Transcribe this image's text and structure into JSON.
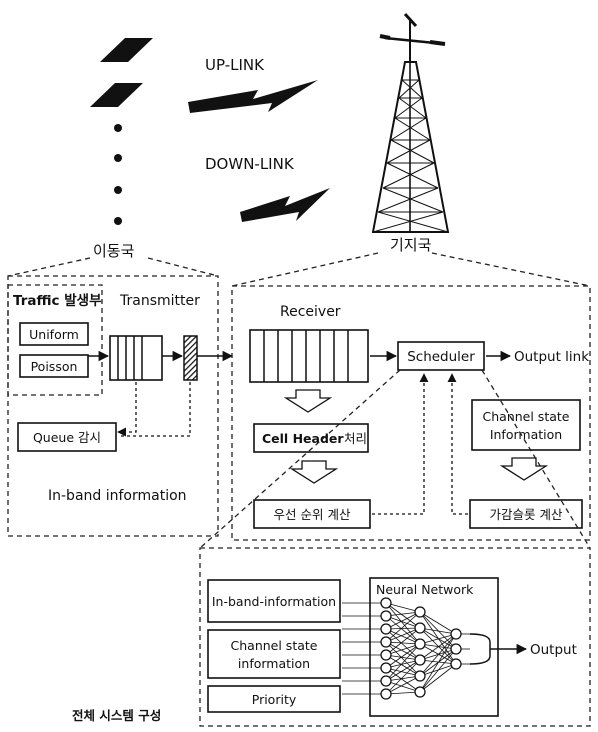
{
  "uplink_label": "UP-LINK",
  "downlink_label": "DOWN-LINK",
  "mobile_station": "이동국",
  "base_station": "기지국",
  "traffic_gen": "Traffic 발생부",
  "uniform": "Uniform",
  "poisson": "Poisson",
  "transmitter": "Transmitter",
  "queue_monitor": "Queue 감시",
  "inband_info": "In-band information",
  "receiver": "Receiver",
  "scheduler": "Scheduler",
  "output_link": "Output link",
  "cell_header": "Cell Header",
  "cell_header_proc": "처리",
  "channel_state_1": "Channel state",
  "channel_state_2": "Information",
  "priority_calc": "우선 순위 계산",
  "slot_calc": "가감슬롯 계산",
  "nn_title": "Neural Network",
  "nn_input1": "In-band-information",
  "nn_input2a": "Channel state",
  "nn_input2b": "information",
  "nn_input3": "Priority",
  "nn_output": "Output",
  "caption": "전체 시스템 구성"
}
